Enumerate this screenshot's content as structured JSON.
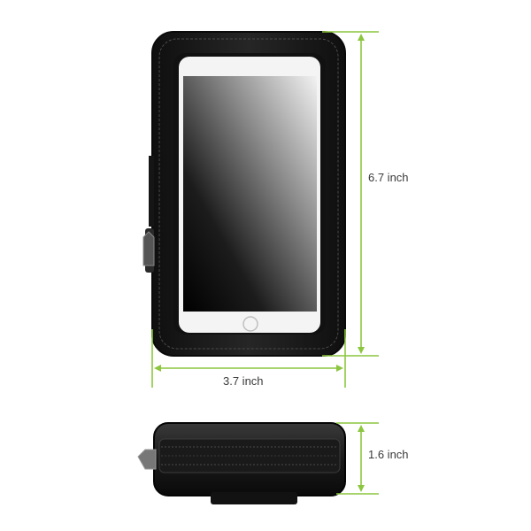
{
  "dimensions": {
    "height_label": "6.7 inch",
    "width_label": "3.7 inch",
    "depth_label": "1.6 inch"
  },
  "colors": {
    "dimension_line": "#8cc63f",
    "case_body": "#1c1c1c",
    "case_trim": "#2b2b2b",
    "label_text": "#3a3a3a"
  },
  "icons": {
    "home_button": "home-button-icon",
    "zipper": "zipper-pull-icon"
  }
}
